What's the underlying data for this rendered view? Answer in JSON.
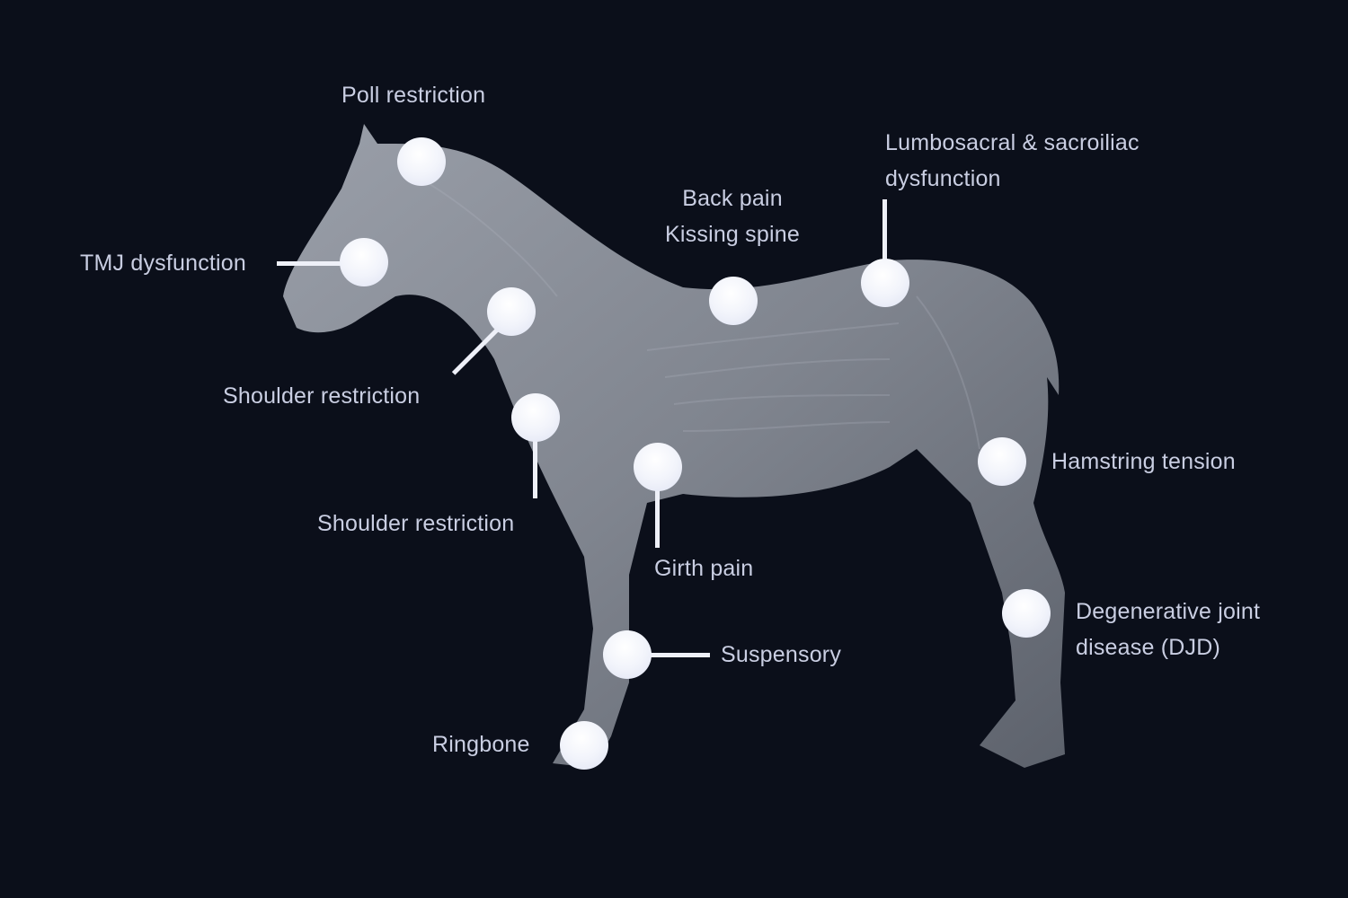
{
  "colors": {
    "background": "#0b0f1a",
    "marker": "#eef0f8",
    "label": "#c9cee2",
    "horse": "#8a8f9a"
  },
  "hotspots": [
    {
      "id": "poll",
      "lines": [
        "Poll restriction"
      ]
    },
    {
      "id": "tmj",
      "lines": [
        "TMJ dysfunction"
      ]
    },
    {
      "id": "shoulder-upper",
      "lines": [
        "Shoulder restriction"
      ]
    },
    {
      "id": "shoulder-lower",
      "lines": [
        "Shoulder restriction"
      ]
    },
    {
      "id": "back",
      "lines": [
        "Back pain",
        "Kissing spine"
      ]
    },
    {
      "id": "lumbosacral",
      "lines": [
        "Lumbosacral & sacroiliac",
        "dysfunction"
      ]
    },
    {
      "id": "hamstring",
      "lines": [
        "Hamstring tension"
      ]
    },
    {
      "id": "girth",
      "lines": [
        "Girth pain"
      ]
    },
    {
      "id": "djd",
      "lines": [
        "Degenerative joint",
        "disease (DJD)"
      ]
    },
    {
      "id": "suspensory",
      "lines": [
        "Suspensory"
      ]
    },
    {
      "id": "ringbone",
      "lines": [
        "Ringbone"
      ]
    }
  ]
}
